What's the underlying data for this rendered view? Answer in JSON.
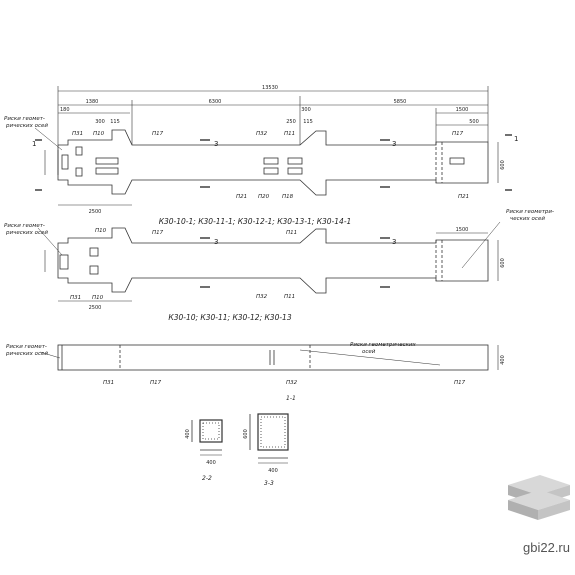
{
  "dims": {
    "total": "13530",
    "d6300": "6300",
    "d5850": "5850",
    "d1380": "1380",
    "d1500": "1500",
    "d2500": "2500",
    "d2500b": "2500",
    "d500": "500",
    "d300": "300",
    "d300b": "300",
    "d180": "180",
    "d115": "115",
    "d250": "250",
    "d115b": "115",
    "d600": "600",
    "d600b": "600",
    "d600c": "600",
    "d400": "400",
    "d400b": "400",
    "d400c": "400",
    "d400d": "400",
    "d1500b": "1500"
  },
  "marks": {
    "p31": "П31",
    "p10": "П10",
    "p17": "П17",
    "p32": "П32",
    "p11": "П11",
    "p21": "П21",
    "p20": "П20",
    "p18": "П18",
    "p17b": "П17",
    "p21b": "П21",
    "p10b": "П10",
    "p17c": "П17",
    "p11b": "П11",
    "p31b": "П31",
    "p10c": "П10",
    "p32b": "П32",
    "p11c": "П11",
    "p31c": "П31",
    "p17d": "П17",
    "p32c": "П32",
    "p17e": "П17"
  },
  "labels": {
    "risk1": "Риски геомет-",
    "risk1b": "рических осей",
    "risk2": "Риски геомет-",
    "risk2b": "рических осей",
    "risk3": "Риски геометри-",
    "risk3b": "ческих осей",
    "risk4": "Риски геометрических",
    "risk4b": "осей",
    "risk5": "Риски геомет-",
    "risk5b": "рических осей",
    "sec1": "1",
    "sec1b": "1",
    "sec3": "3",
    "sec3b": "3",
    "sec3c": "3",
    "sec3d": "3",
    "cut11": "1-1",
    "cut22": "2-2",
    "cut33": "3-3"
  },
  "titles": {
    "top": "К30-10-1; К30-11-1; К30-12-1; К30-13-1; К30-14-1",
    "middle": "К30-10; К30-11; К30-12; К30-13"
  },
  "watermark": "gbi22.ru"
}
